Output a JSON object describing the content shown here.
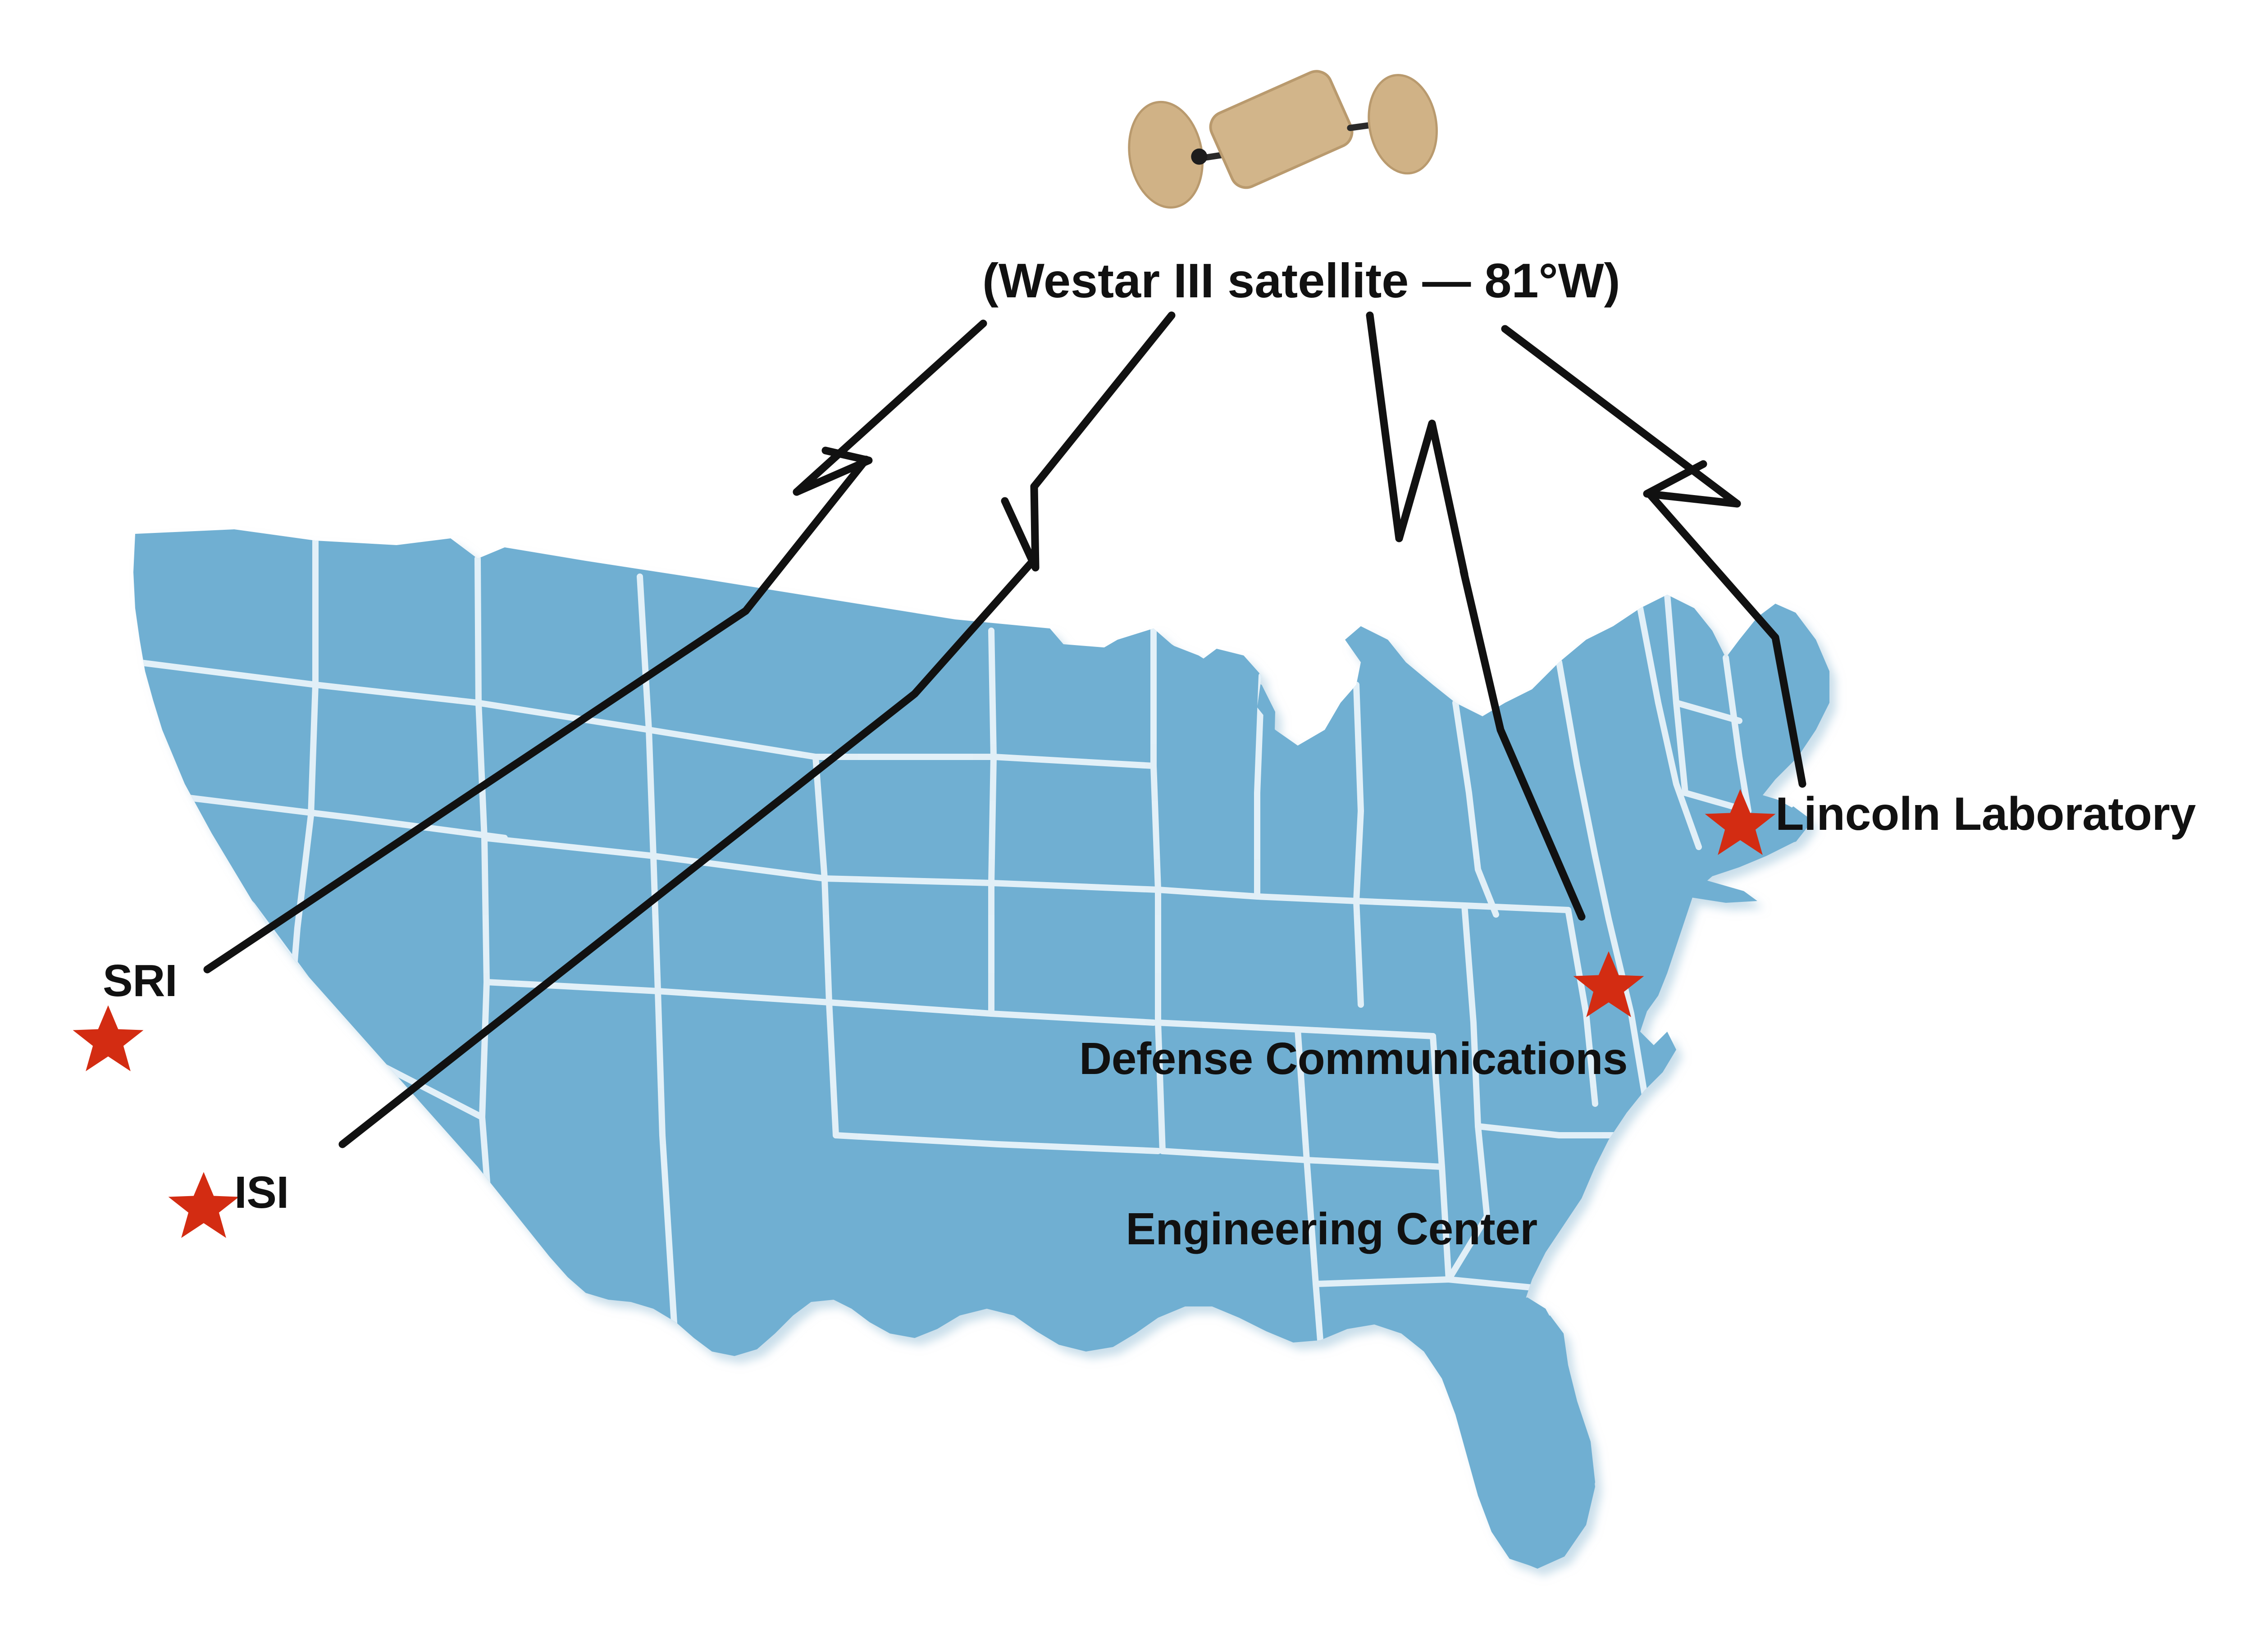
{
  "figure": {
    "type": "annotated-map-diagram",
    "background_color": "#ffffff",
    "map_fill_color": "#6FAFD2",
    "map_border_color": "#E4F0F8",
    "star_color": "#D32C12",
    "satellite_body_color": "#D0B286",
    "line_color": "#111111",
    "region": "Contiguous United States"
  },
  "satellite": {
    "icon": "satellite-icon",
    "label": "(Westar III satellite — 81°W)",
    "name": "Westar III",
    "longitude": "81°W"
  },
  "sites": [
    {
      "id": "sri",
      "label": "SRI",
      "marker": "red-star"
    },
    {
      "id": "isi",
      "label": "ISI",
      "marker": "red-star"
    },
    {
      "id": "dcec",
      "label": "Defense Communications\nEngineering Center",
      "line1": "Defense Communications",
      "line2": "Engineering Center",
      "marker": "red-star"
    },
    {
      "id": "lincoln",
      "label": "Lincoln Laboratory",
      "marker": "red-star"
    }
  ],
  "links": [
    {
      "from": "satellite",
      "to": "sri",
      "style": "lightning-arrow"
    },
    {
      "from": "satellite",
      "to": "isi",
      "style": "lightning-arrow"
    },
    {
      "from": "satellite",
      "to": "dcec",
      "style": "lightning-arrow"
    },
    {
      "from": "satellite",
      "to": "lincoln",
      "style": "lightning-arrow"
    }
  ]
}
